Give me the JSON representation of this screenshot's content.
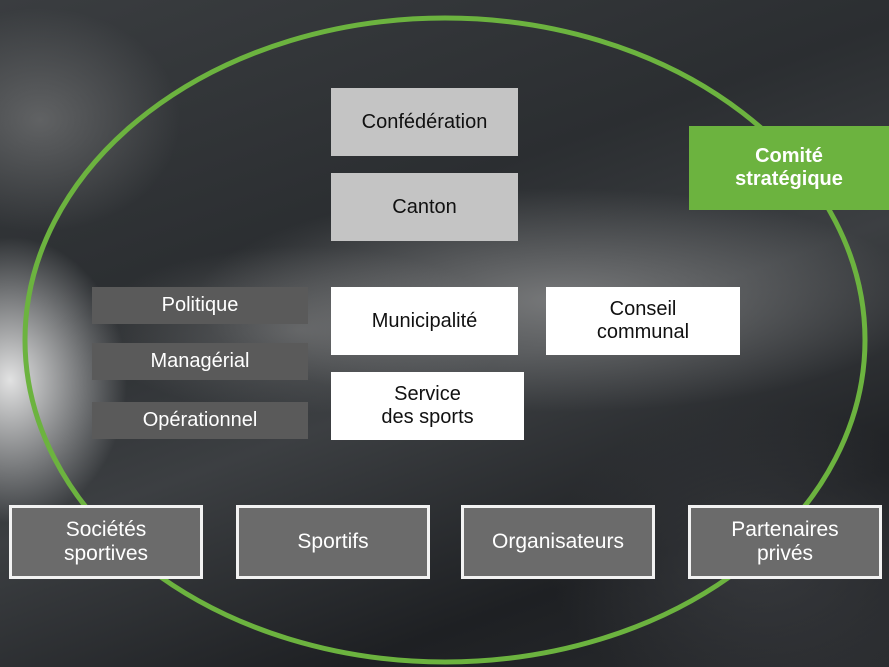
{
  "diagram": {
    "government": {
      "confederation": "Confédération",
      "canton": "Canton"
    },
    "levels": {
      "politique": "Politique",
      "managerial": "Managérial",
      "operationnel": "Opérationnel"
    },
    "municipal": {
      "municipalite": "Municipalité",
      "conseil_communal_line1": "Conseil",
      "conseil_communal_line2": "communal",
      "service_line1": "Service",
      "service_line2": "des sports"
    },
    "committee": {
      "line1": "Comité",
      "line2": "stratégique"
    },
    "actors": {
      "societes_line1": "Sociétés",
      "societes_line2": "sportives",
      "sportifs": "Sportifs",
      "organisateurs": "Organisateurs",
      "partenaires_line1": "Partenaires",
      "partenaires_line2": "privés"
    },
    "colors": {
      "ring": "#6cb33f",
      "committee": "#6cb33f",
      "government_box": "#c4c4c4",
      "level_box": "#5a5a5a",
      "actor_box": "#6b6b6b"
    }
  }
}
